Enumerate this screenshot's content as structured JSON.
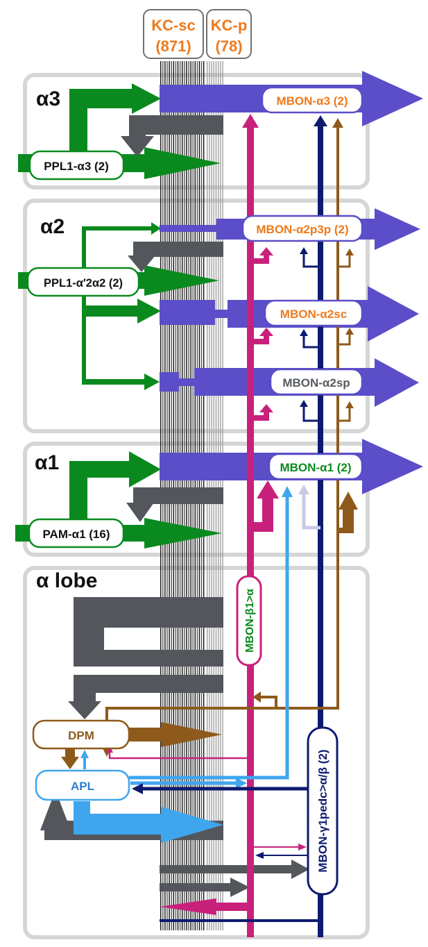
{
  "header": {
    "kc_sc": {
      "name": "KC-sc",
      "count": "(871)"
    },
    "kc_p": {
      "name": "KC-p",
      "count": "(78)"
    }
  },
  "compartments": {
    "a3": {
      "label": "α3"
    },
    "a2": {
      "label": "α2"
    },
    "a1": {
      "label": "α1"
    },
    "alobe": {
      "label": "α lobe"
    }
  },
  "inputs": {
    "ppl1_a3": "PPL1-α3 (2)",
    "ppl1_a2": "PPL1-α′2α2 (2)",
    "pam_a1": "PAM-α1 (16)"
  },
  "outputs": {
    "mbon_a3": "MBON-α3 (2)",
    "mbon_a2p3p": "MBON-α2p3p (2)",
    "mbon_a2sc": "MBON-α2sc",
    "mbon_a2sp": "MBON-α2sp",
    "mbon_a1": "MBON-α1 (2)"
  },
  "lobe": {
    "dpm": "DPM",
    "apl": "APL",
    "mbon_b1": "MBON-β1>α",
    "mbon_g1": "MBON-γ1pedc>α/β (2)"
  },
  "colors": {
    "green": "#0a8a1e",
    "purple": "#5b4ec8",
    "gray": "#53575c",
    "magenta": "#c8217c",
    "navy": "#0d1a6e",
    "brown": "#8e5a1c",
    "lightblue": "#3fa6ee",
    "orange": "#ee7a1c",
    "box": "#d6d6d6"
  }
}
